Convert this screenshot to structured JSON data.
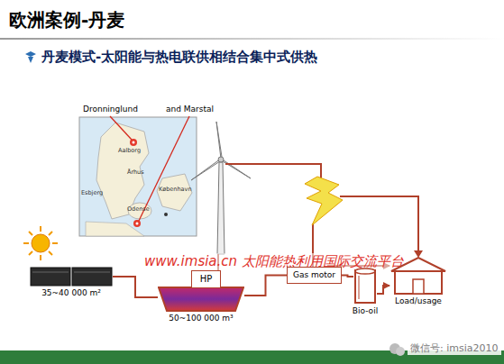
{
  "diagram": {
    "title": "欧洲案例-丹麦",
    "nodes": [
      {
        "text": [
          "35~40 000 m²"
        ]
      },
      {
        "text": [
          "50~100 000 m³"
        ]
      },
      {
        "text": [
          "HP"
        ]
      },
      {
        "text": [
          "Gas motor"
        ]
      },
      {
        "text": [
          "Bio-oil"
        ]
      },
      {
        "text": [
          "Load/usage"
        ]
      }
    ],
    "edges": [
      {
        "from": 0,
        "to": 1,
        "arrow": "none"
      },
      {
        "from": 2,
        "to": 1,
        "arrow": "none"
      },
      {
        "from": 1,
        "to": 3,
        "arrow": "none"
      },
      {
        "from": 4,
        "to": 3,
        "arrow": "none"
      },
      {
        "from": 3,
        "to": 5,
        "arrow": "to"
      },
      {
        "from": 4,
        "to": 5,
        "arrow": "to"
      }
    ],
    "labels": [
      "丹麦模式-太阳能与热电联供相结合集中式供热",
      "Dronninglund",
      "and Marstal",
      "Aalborg",
      "Århus",
      "Esbjerg",
      "Odense",
      "København",
      "www.imsia.cn 太阳能热利用国际交流平台",
      "微信号: imsia2010"
    ]
  }
}
